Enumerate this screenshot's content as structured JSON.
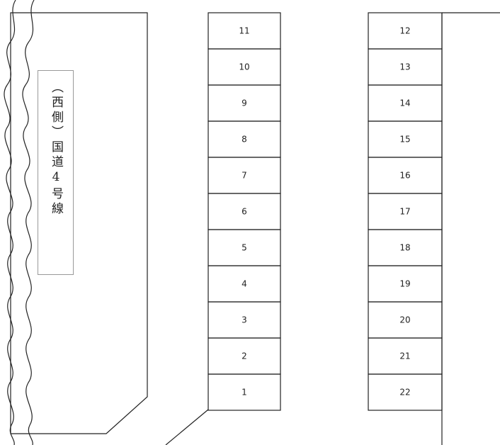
{
  "road": {
    "label": "（西側）国道4号線"
  },
  "left_column": {
    "stalls": [
      "11",
      "10",
      "9",
      "8",
      "7",
      "6",
      "5",
      "4",
      "3",
      "2",
      "1"
    ]
  },
  "right_column": {
    "stalls": [
      "12",
      "13",
      "14",
      "15",
      "16",
      "17",
      "18",
      "19",
      "20",
      "21",
      "22"
    ]
  }
}
